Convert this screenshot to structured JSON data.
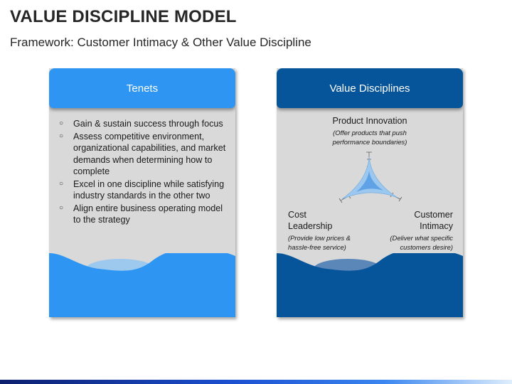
{
  "page": {
    "title": "VALUE DISCIPLINE MODEL",
    "subtitle": "Framework: Customer Intimacy & Other Value Discipline"
  },
  "left_card": {
    "header": "Tenets",
    "items": [
      "Gain & sustain success through focus",
      "Assess competitive environment, organizational capabilities, and market demands when determining how to complete",
      "Excel in one discipline while satisfying industry standards in the other two",
      "Align entire business operating model to the strategy"
    ]
  },
  "right_card": {
    "header": "Value Disciplines",
    "product_innovation": {
      "name": "Product Innovation",
      "desc_line1": "(Offer products that push",
      "desc_line2": "performance boundaries)"
    },
    "cost_leadership": {
      "name_line1": "Cost",
      "name_line2": "Leadership",
      "desc_line1": "(Provide low prices &",
      "desc_line2": "hassle-free service)"
    },
    "customer_intimacy": {
      "name_line1": "Customer",
      "name_line2": "Intimacy",
      "desc_line1": "(Deliver what specific",
      "desc_line2": "customers desire)"
    }
  },
  "colors": {
    "tenets_header": "#2e96f2",
    "disciplines_header": "#06549a",
    "card_body": "#d9d9d9",
    "star_fill": "#7fb6ea"
  }
}
